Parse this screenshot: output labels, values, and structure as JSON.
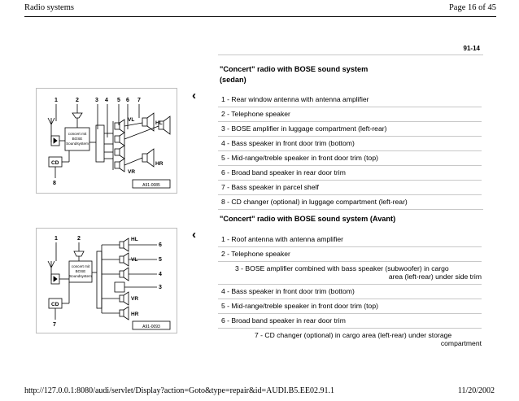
{
  "header": {
    "title": "Radio systems",
    "page": "Page 16 of 45"
  },
  "footer": {
    "url": "http://127.0.0.1:8080/audi/servlet/Display?action=Goto&type=repair&id=AUDI.B5.EE02.91.1",
    "date": "11/20/2002"
  },
  "page_code": "91-14",
  "section1": {
    "title_line1": "\"Concert\" radio with BOSE sound system",
    "title_line2": "(sedan)",
    "items": [
      "1 - Rear window antenna with antenna amplifier",
      "2 - Telephone speaker",
      "3 - BOSE amplifier in luggage compartment (left-rear)",
      "4 - Bass speaker in front door trim (bottom)",
      "5 - Mid-range/treble speaker in front door trim (top)",
      "6 - Broad band speaker in rear door trim",
      "7 - Bass speaker in parcel shelf",
      "8 - CD changer (optional) in luggage compartment (left-rear)"
    ],
    "figure": {
      "numbers": [
        "1",
        "2",
        "3",
        "4",
        "5",
        "6",
        "7",
        "8"
      ],
      "unit_label_line1": "concert mit",
      "unit_label_line2": "BOSE",
      "unit_label_line3": "Soundsystem",
      "cd_label": "CD",
      "hl": "HL",
      "vl": "VL",
      "vr": "VR",
      "hr": "HR",
      "code": "A91-0085"
    }
  },
  "section2": {
    "title": "\"Concert\" radio with BOSE sound system (Avant)",
    "items": [
      "1 - Roof antenna with antenna amplifier",
      "2 - Telephone speaker",
      "3 - BOSE amplifier combined with bass speaker (subwoofer) in cargo",
      "area (left-rear) under side trim",
      "4 - Bass speaker in front door trim (bottom)",
      "5 - Mid-range/treble speaker in front door trim (top)",
      "6 - Broad band speaker in rear door trim",
      "7 - CD changer (optional) in cargo area (left-rear) under storage",
      "compartment"
    ],
    "figure": {
      "numbers": [
        "1",
        "2",
        "3",
        "4",
        "5",
        "6",
        "7"
      ],
      "unit_label_line1": "concert mit",
      "unit_label_line2": "BOSE",
      "unit_label_line3": "Soundsystem",
      "cd_label": "CD",
      "hl": "HL",
      "vl": "VL",
      "vr": "VR",
      "hr": "HR",
      "code": "A91-0093"
    }
  }
}
